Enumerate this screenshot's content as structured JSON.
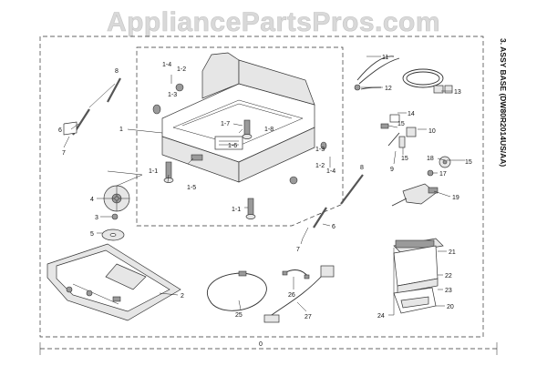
{
  "watermark": "AppliancePartsPros.com",
  "section_title": "3. ASSY BASE (DW80R2014US/AA)",
  "callouts": {
    "c1": "1",
    "c1_1a": "1-1",
    "c1_1b": "1-1",
    "c1_2a": "1-2",
    "c1_2b": "1-2",
    "c1_3a": "1-3",
    "c1_3b": "1-3",
    "c1_4a": "1-4",
    "c1_4b": "1-4",
    "c1_5": "1-5",
    "c1_6": "1-6",
    "c1_7": "1-7",
    "c1_8": "1-8",
    "c2": "2",
    "c3": "3",
    "c4": "4",
    "c5": "5",
    "c6a": "6",
    "c6b": "6",
    "c7a": "7",
    "c7b": "7",
    "c8a": "8",
    "c8b": "8",
    "c9": "9",
    "c10": "10",
    "c11": "11",
    "c12": "12",
    "c13": "13",
    "c14": "14",
    "c15a": "15",
    "c15b": "15",
    "c15c": "15",
    "c17": "17",
    "c18": "18",
    "c19": "19",
    "c20": "20",
    "c21": "21",
    "c22": "22",
    "c23": "23",
    "c24": "24",
    "c25": "25",
    "c26": "26",
    "c27": "27",
    "c0": "0"
  }
}
